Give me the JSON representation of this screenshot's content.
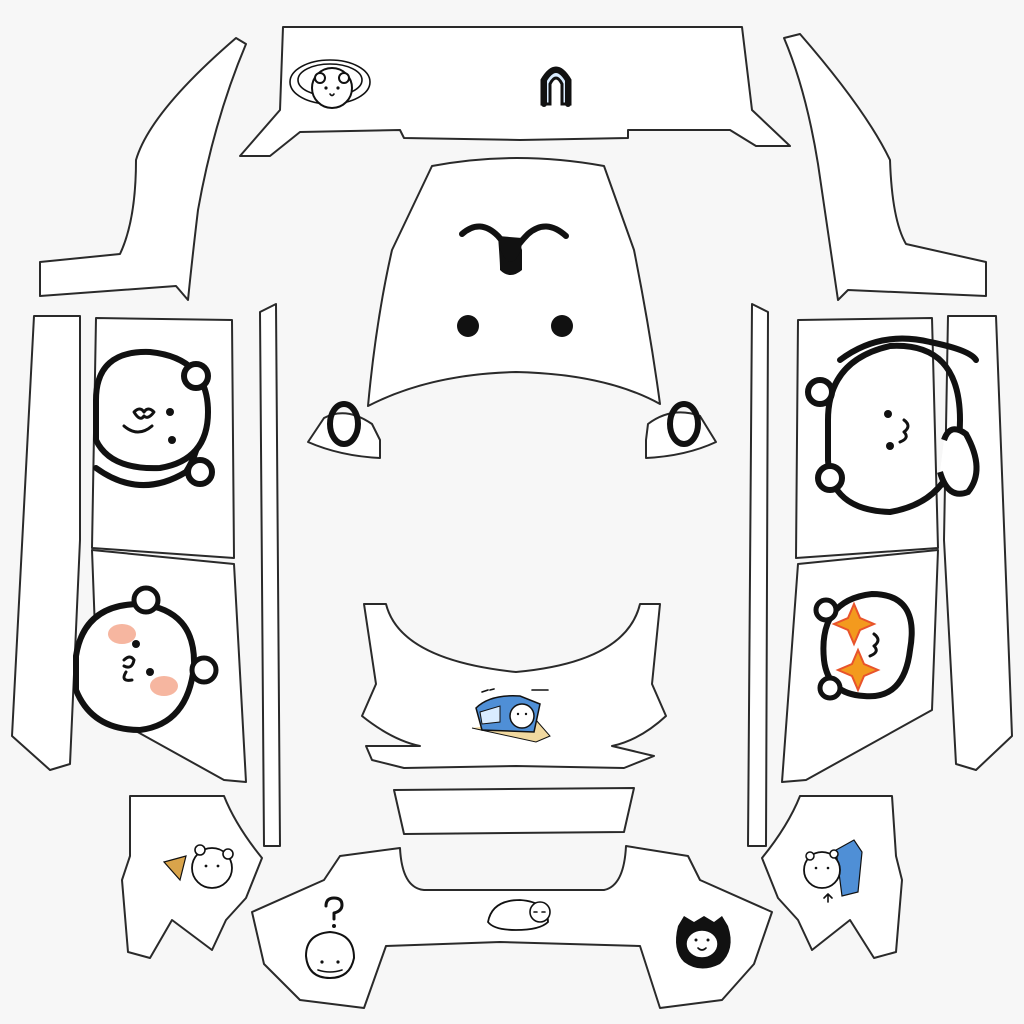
{
  "canvas": {
    "background": "#f7f7f7",
    "panel_fill": "#ffffff",
    "outline": "#2a2a2a"
  },
  "accents": {
    "blush": "#f4a488",
    "sparkle_orange": "#f39a1e",
    "sparkle_red": "#e8532b",
    "train_blue": "#4f8fd6",
    "window_blue": "#d9ecff",
    "cone_tan": "#d9a44b"
  },
  "panels": [
    {
      "id": "roof",
      "stickers": [
        "bear-dizzy-icon",
        "roof-loop-icon"
      ]
    },
    {
      "id": "hood",
      "stickers": [
        "bear-muzzle-icon",
        "bear-eyes-icon"
      ]
    },
    {
      "id": "mirror-left",
      "stickers": [
        "mirror-ring-icon"
      ]
    },
    {
      "id": "mirror-right",
      "stickers": [
        "mirror-ring-icon"
      ]
    },
    {
      "id": "door-front-left",
      "stickers": [
        "bear-big-face-icon"
      ]
    },
    {
      "id": "door-rear-left",
      "stickers": [
        "bear-blush-icon"
      ]
    },
    {
      "id": "door-front-right",
      "stickers": [
        "bear-peek-icon"
      ]
    },
    {
      "id": "door-rear-right",
      "stickers": [
        "bear-sparkle-eyes-icon"
      ]
    },
    {
      "id": "front-bumper",
      "stickers": [
        "bear-train-icon"
      ]
    },
    {
      "id": "fender-rear-left",
      "stickers": [
        "bear-ice-cream-icon"
      ]
    },
    {
      "id": "fender-rear-right",
      "stickers": [
        "bear-bus-icon"
      ]
    },
    {
      "id": "rear-bumper",
      "stickers": [
        "bear-question-icon",
        "bear-sleeping-icon",
        "bear-black-hood-icon"
      ]
    }
  ]
}
